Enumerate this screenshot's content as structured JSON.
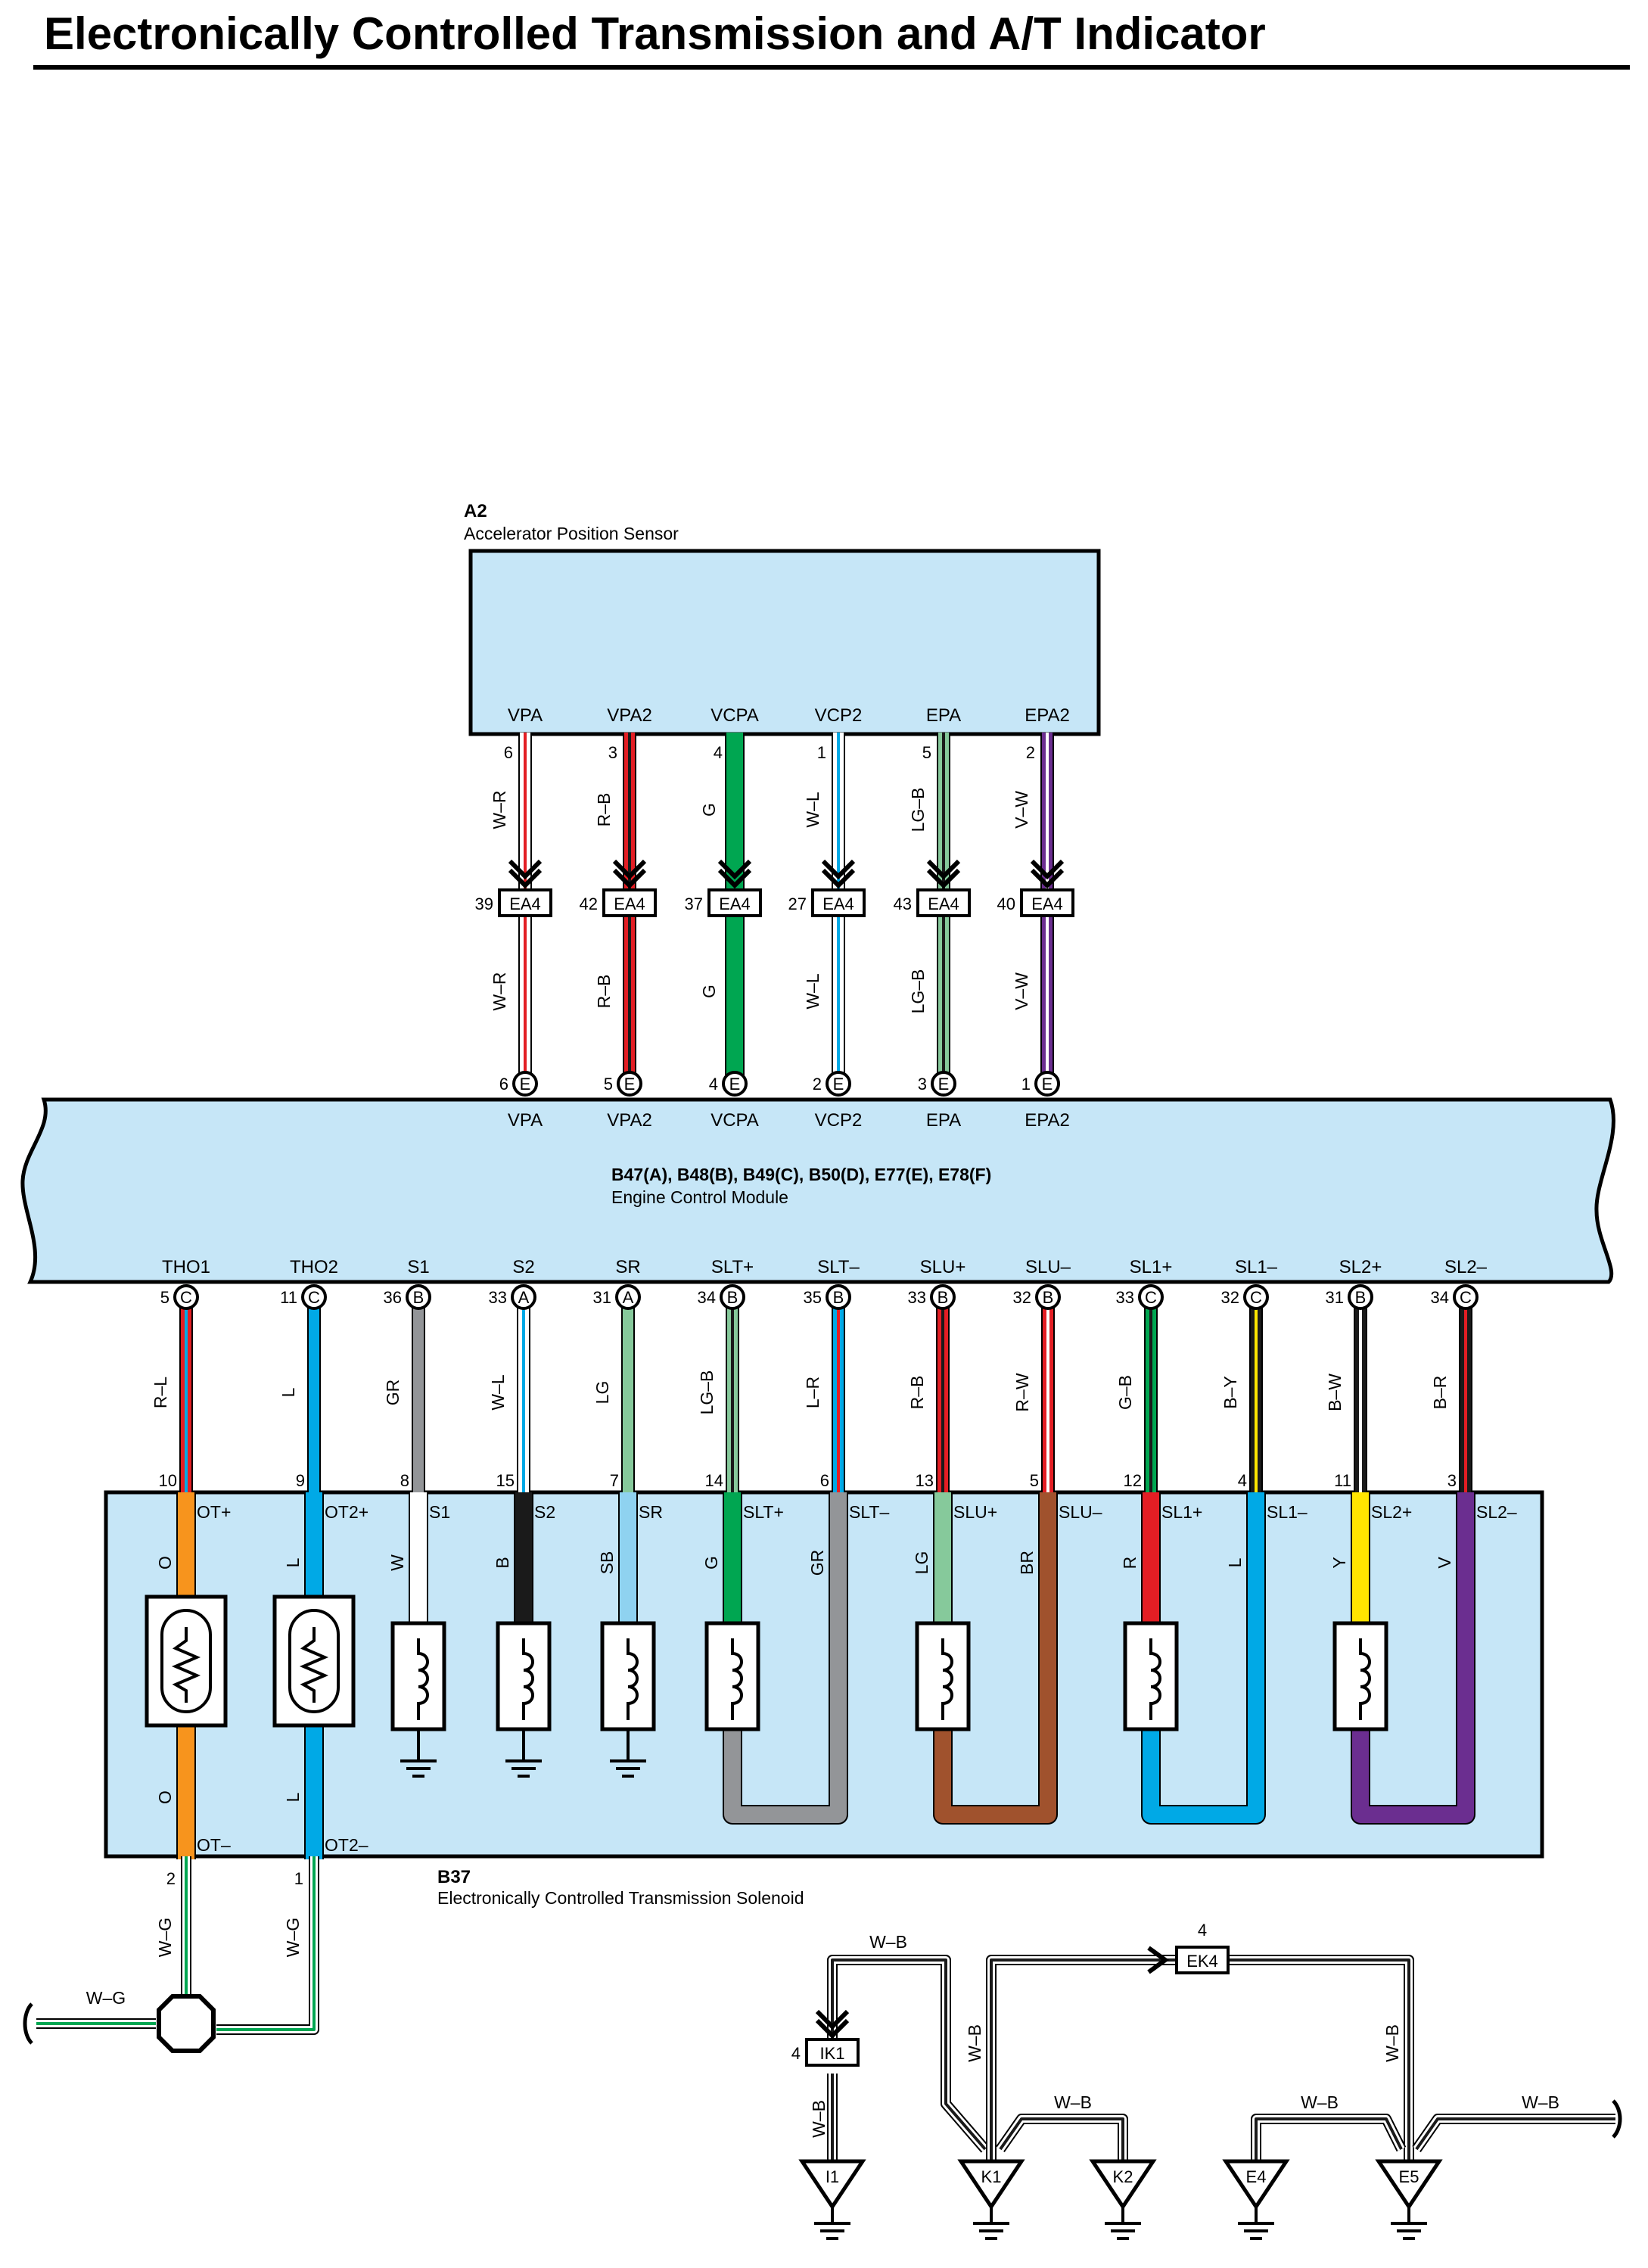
{
  "title": "Electronically Controlled Transmission and A/T Indicator",
  "colors": {
    "box_fill": "#c6e6f7",
    "R": "#e31e24",
    "L": "#00a9e6",
    "G": "#00a651",
    "LG": "#86c99b",
    "V": "#6b2e90",
    "O": "#f7941d",
    "W": "#ffffff",
    "B": "#1a1a1a",
    "GR": "#939598",
    "SB": "#8fd2f0",
    "BR": "#a0522d",
    "Y": "#ffe500"
  },
  "a2": {
    "code": "A2",
    "name": "Accelerator Position Sensor"
  },
  "ecm": {
    "codes": "B47(A), B48(B), B49(C), B50(D), E77(E), E78(F)",
    "name": "Engine Control Module"
  },
  "b37": {
    "code": "B37",
    "name": "Electronically Controlled Transmission Solenoid"
  },
  "top_wires": [
    {
      "term": "VPA",
      "a2pin": "6",
      "color": "W–R",
      "base": "W",
      "stripe": "R",
      "ea4": "39",
      "ecmpin": "6",
      "conn": "E",
      "thick": false
    },
    {
      "term": "VPA2",
      "a2pin": "3",
      "color": "R–B",
      "base": "R",
      "stripe": "B",
      "ea4": "42",
      "ecmpin": "5",
      "conn": "E",
      "thick": false
    },
    {
      "term": "VCPA",
      "a2pin": "4",
      "color": "G",
      "base": "G",
      "stripe": null,
      "ea4": "37",
      "ecmpin": "4",
      "conn": "E",
      "thick": true
    },
    {
      "term": "VCP2",
      "a2pin": "1",
      "color": "W–L",
      "base": "W",
      "stripe": "L",
      "ea4": "27",
      "ecmpin": "2",
      "conn": "E",
      "thick": false
    },
    {
      "term": "EPA",
      "a2pin": "5",
      "color": "LG–B",
      "base": "LG",
      "stripe": "B",
      "ea4": "43",
      "ecmpin": "3",
      "conn": "E",
      "thick": false
    },
    {
      "term": "EPA2",
      "a2pin": "2",
      "color": "V–W",
      "base": "V",
      "stripe": "W",
      "ea4": "40",
      "ecmpin": "1",
      "conn": "E",
      "thick": false
    }
  ],
  "ea4_label": "EA4",
  "bottom_wires": [
    {
      "term": "THO1",
      "ecmpin": "5",
      "conn": "C",
      "color": "R–L",
      "base": "R",
      "stripe": "L",
      "b37pin": "10",
      "sol": "OT+",
      "inner": "O"
    },
    {
      "term": "THO2",
      "ecmpin": "11",
      "conn": "C",
      "color": "L",
      "base": "L",
      "stripe": null,
      "b37pin": "9",
      "sol": "OT2+",
      "inner": "L"
    },
    {
      "term": "S1",
      "ecmpin": "36",
      "conn": "B",
      "color": "GR",
      "base": "GR",
      "stripe": null,
      "b37pin": "8",
      "sol": "S1",
      "inner": "W"
    },
    {
      "term": "S2",
      "ecmpin": "33",
      "conn": "A",
      "color": "W–L",
      "base": "W",
      "stripe": "L",
      "b37pin": "15",
      "sol": "S2",
      "inner": "B"
    },
    {
      "term": "SR",
      "ecmpin": "31",
      "conn": "A",
      "color": "LG",
      "base": "LG",
      "stripe": null,
      "b37pin": "7",
      "sol": "SR",
      "inner": "SB"
    },
    {
      "term": "SLT+",
      "ecmpin": "34",
      "conn": "B",
      "color": "LG–B",
      "base": "LG",
      "stripe": "B",
      "b37pin": "14",
      "sol": "SLT+",
      "inner": "G"
    },
    {
      "term": "SLT–",
      "ecmpin": "35",
      "conn": "B",
      "color": "L–R",
      "base": "L",
      "stripe": "R",
      "b37pin": "6",
      "sol": "SLT–",
      "inner": "GR"
    },
    {
      "term": "SLU+",
      "ecmpin": "33",
      "conn": "B",
      "color": "R–B",
      "base": "R",
      "stripe": "B",
      "b37pin": "13",
      "sol": "SLU+",
      "inner": "LG"
    },
    {
      "term": "SLU–",
      "ecmpin": "32",
      "conn": "B",
      "color": "R–W",
      "base": "R",
      "stripe": "W",
      "b37pin": "5",
      "sol": "SLU–",
      "inner": "BR"
    },
    {
      "term": "SL1+",
      "ecmpin": "33",
      "conn": "C",
      "color": "G–B",
      "base": "G",
      "stripe": "B",
      "b37pin": "12",
      "sol": "SL1+",
      "inner": "R"
    },
    {
      "term": "SL1–",
      "ecmpin": "32",
      "conn": "C",
      "color": "B–Y",
      "base": "B",
      "stripe": "Y",
      "b37pin": "4",
      "sol": "SL1–",
      "inner": "L"
    },
    {
      "term": "SL2+",
      "ecmpin": "31",
      "conn": "B",
      "color": "B–W",
      "base": "B",
      "stripe": "W",
      "b37pin": "11",
      "sol": "SL2+",
      "inner": "Y"
    },
    {
      "term": "SL2–",
      "ecmpin": "34",
      "conn": "C",
      "color": "B–R",
      "base": "B",
      "stripe": "R",
      "b37pin": "3",
      "sol": "SL2–",
      "inner": "V"
    }
  ],
  "thermistor": {
    "ot1_minus": "OT–",
    "ot2_minus": "OT2–",
    "out_pin1": "2",
    "out_pin2": "1",
    "out_color1": "W–G",
    "out_color2": "W–G",
    "splice_color": "W–G"
  },
  "ground": {
    "ik1": "IK1",
    "ik1_pin": "4",
    "ek4": "EK4",
    "ek4_pin": "4",
    "wb": "W–B",
    "points": [
      "I1",
      "K1",
      "K2",
      "E4",
      "E5"
    ]
  }
}
